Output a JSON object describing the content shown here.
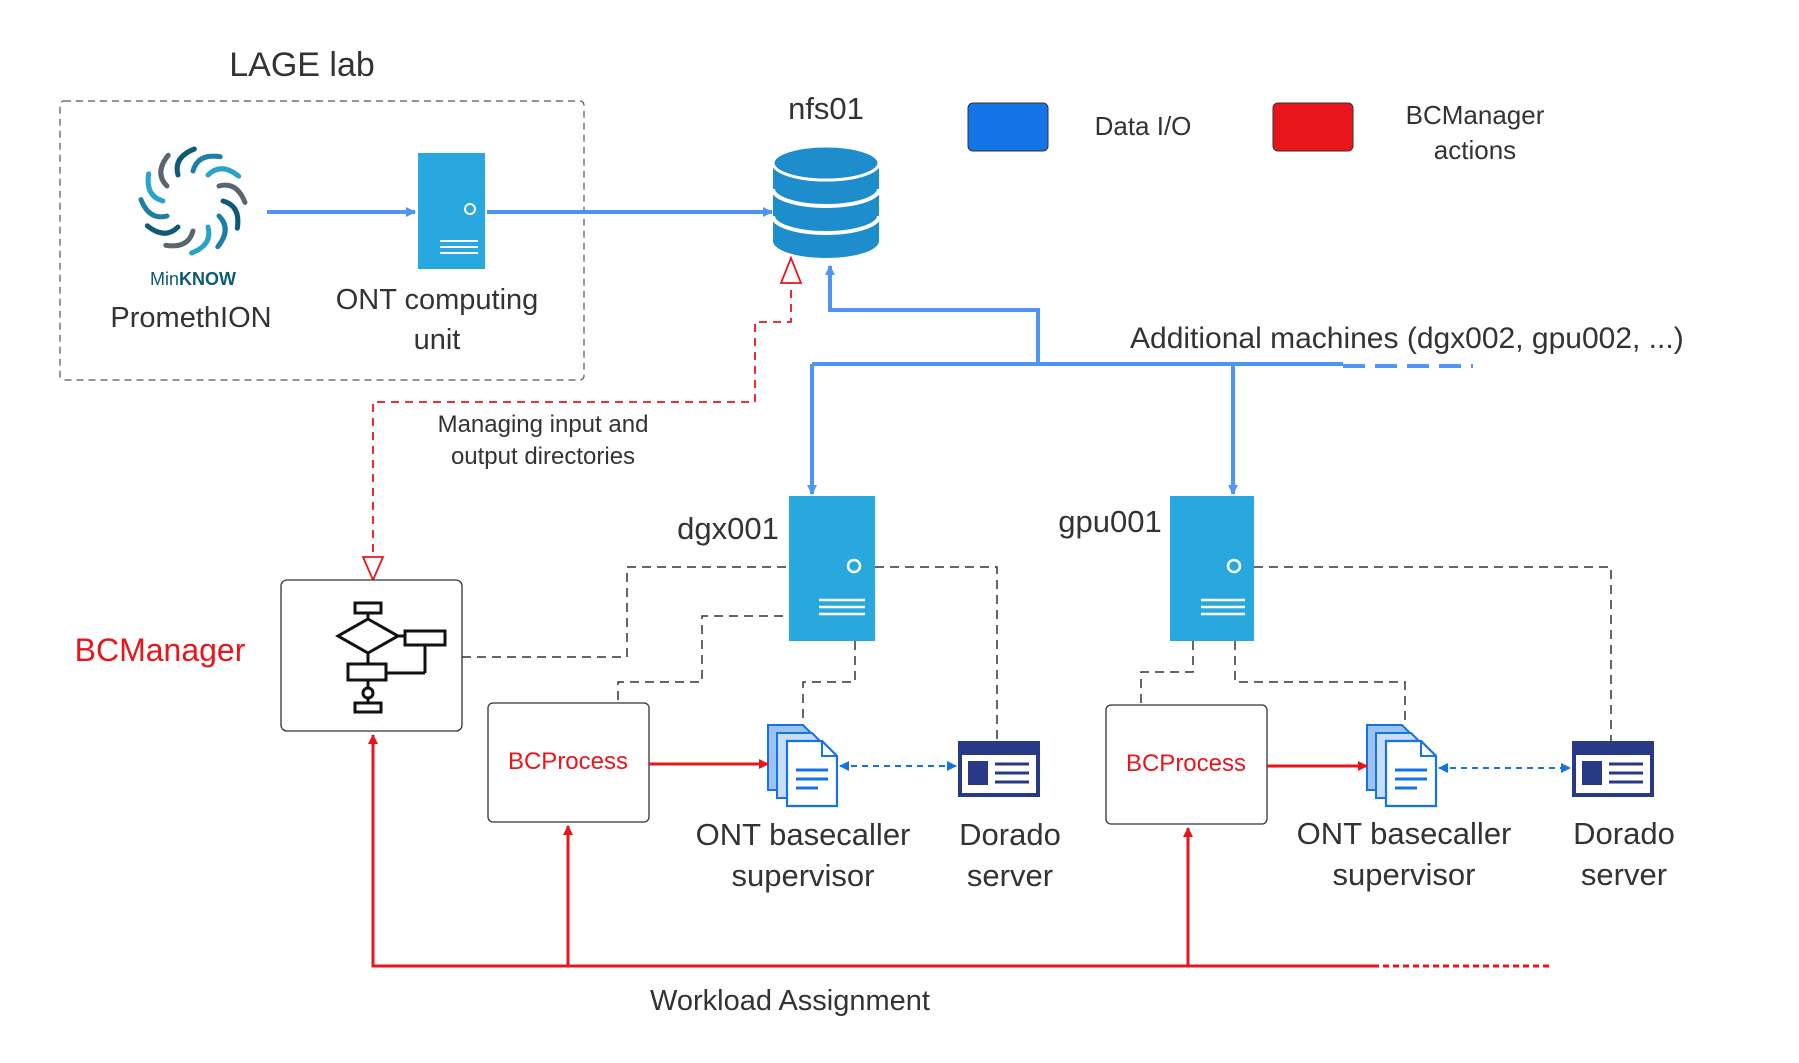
{
  "lab": {
    "title": "LAGE lab",
    "device_label": "PromethION",
    "minknow_prefix": "Min",
    "minknow_suffix": "KNOW",
    "computer_line1": "ONT computing",
    "computer_line2": "unit"
  },
  "storage": {
    "name": "nfs01"
  },
  "legend": [
    {
      "label_line1": "Data I/O",
      "label_line2": "",
      "color": "#1473E6"
    },
    {
      "label_line1": "BCManager",
      "label_line2": "actions",
      "color": "#E8161B"
    }
  ],
  "annotations": {
    "additional_machines": "Additional machines (dgx002, gpu002, ...)",
    "managing_line1": "Managing input and",
    "managing_line2": "output directories",
    "workload": "Workload Assignment"
  },
  "manager": {
    "label": "BCManager"
  },
  "machines": [
    {
      "name": "dgx001",
      "process_label": "BCProcess",
      "supervisor_line1": "ONT basecaller",
      "supervisor_line2": "supervisor",
      "server_line1": "Dorado",
      "server_line2": "server"
    },
    {
      "name": "gpu001",
      "process_label": "BCProcess",
      "supervisor_line1": "ONT basecaller",
      "supervisor_line2": "supervisor",
      "server_line1": "Dorado",
      "server_line2": "server"
    }
  ],
  "colors": {
    "data_io": "#4F95F5",
    "bcmanager": "#E8161B",
    "server": "#29A8E0",
    "db": "#1E8DCC",
    "dorado": "#283A86",
    "text": "#333333"
  }
}
